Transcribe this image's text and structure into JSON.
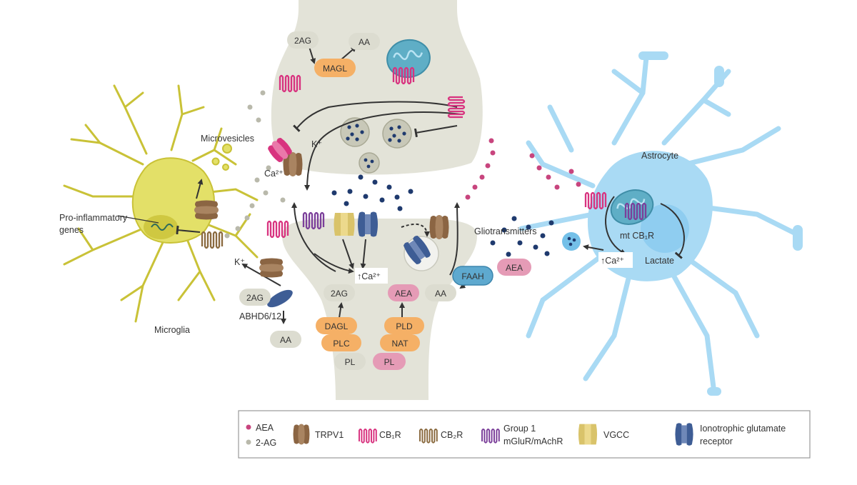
{
  "cells": {
    "microglia": "Microglia",
    "astrocyte": "Astrocyte"
  },
  "labels": {
    "microvesicles": "Microvesicles",
    "pro_inflammatory": "Pro-inflammatory",
    "genes": "genes",
    "gliotransmitters": "Gliotransmitters",
    "mt_cb1r": "mt CB₁R",
    "lactate": "Lactate",
    "abhd": "ABHD6/12",
    "ca_pre": "Ca²⁺",
    "k_pre": "K⁺",
    "k_micro": "K⁺",
    "ca_post": "↑Ca²⁺",
    "ca_astro": "↑Ca²⁺"
  },
  "molecules": {
    "pre_2ag": "2AG",
    "pre_aa": "AA",
    "magl": "MAGL",
    "post_2ag": "2AG",
    "dagl": "DAGL",
    "plc": "PLC",
    "pl_left": "PL",
    "post_aea": "AEA",
    "pld": "PLD",
    "nat": "NAT",
    "pl_right": "PL",
    "post_aa": "AA",
    "faah": "FAAH",
    "aea_right": "AEA",
    "micro_2ag": "2AG",
    "micro_aa": "AA"
  },
  "legend": {
    "aea": "AEA",
    "two_ag": "2-AG",
    "trpv1": "TRPV1",
    "cb1r": "CB₁R",
    "cb2r": "CB₂R",
    "group1_line1": "Group 1",
    "group1_line2": "mGluR/mAchR",
    "vgcc": "VGCC",
    "iglu_line1": "Ionotrophic glutamate",
    "iglu_line2": "receptor"
  },
  "colors": {
    "microglia": "#e3e068",
    "microglia_outline": "#c9c237",
    "astrocyte": "#a9daf4",
    "astrocyte_outline": "#74c0e8",
    "neuron": "#e3e3d8",
    "aea_dot": "#c8457e",
    "two_ag_dot": "#b9b9ab",
    "glutamate_dot": "#1f3a6e",
    "cb1r": "#d8337f",
    "cb2r": "#8a6a3f",
    "group1": "#7b3f9a",
    "trpv1": "#8b6543",
    "vgcc": "#d9c36a",
    "iglu": "#3e5d95",
    "magl": "#f5b066",
    "faah": "#5ea9cf",
    "aea_pill": "#e59bb6",
    "grey_pill": "#dcdcd0"
  },
  "icons": [
    "trpv1-icon",
    "cb1r-icon",
    "cb2r-icon",
    "group1-receptor-icon",
    "vgcc-icon",
    "ionotropic-glutamate-receptor-icon",
    "mitochondrion-icon",
    "vesicle-icon"
  ]
}
